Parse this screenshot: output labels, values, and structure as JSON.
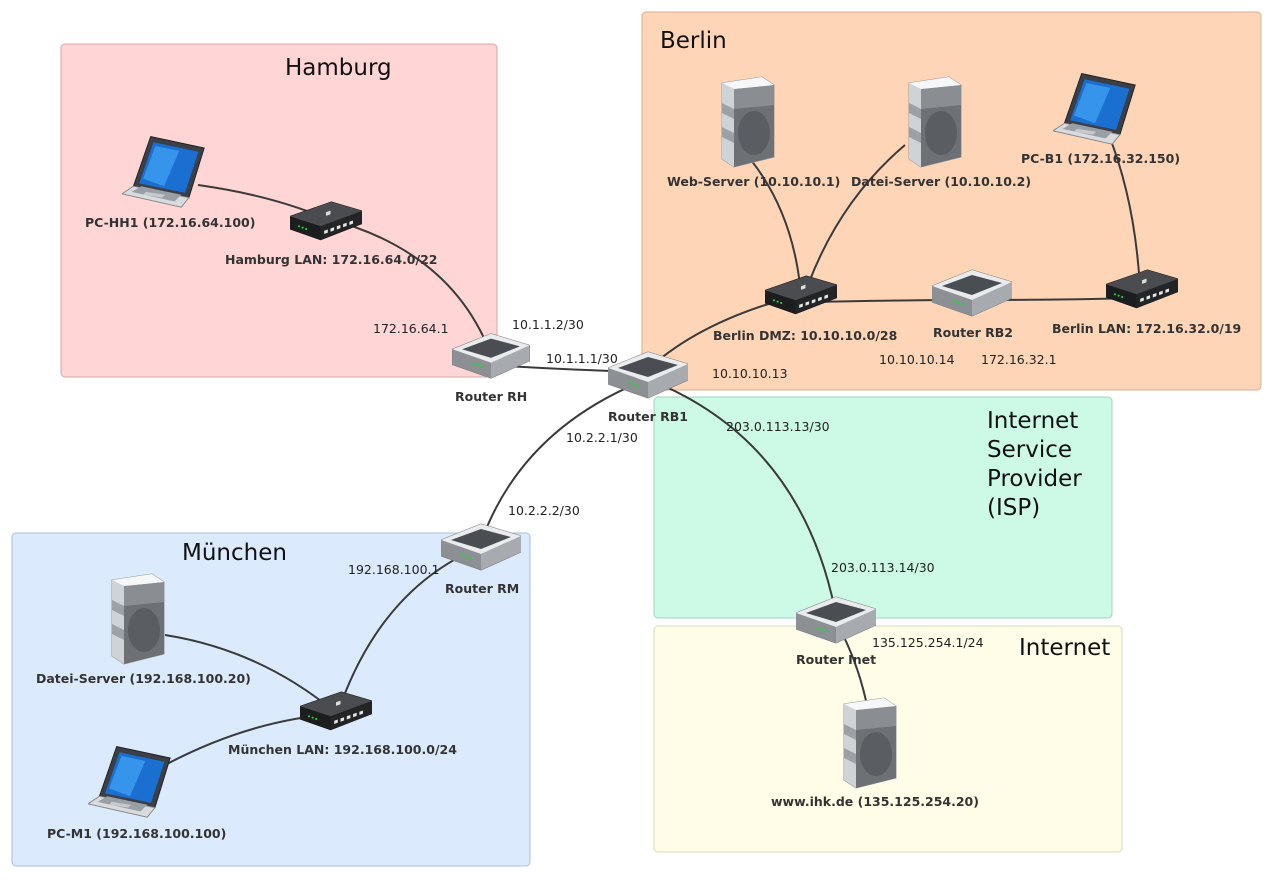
{
  "regions": {
    "hamburg": {
      "title": "Hamburg",
      "color": "#ffd5d5"
    },
    "berlin": {
      "title": "Berlin",
      "color": "#ffd5b8"
    },
    "isp": {
      "title_lines": [
        "Internet",
        "Service",
        "Provider",
        "(ISP)"
      ],
      "color": "#ccfae6"
    },
    "internet": {
      "title": "Internet",
      "color": "#fffde8"
    },
    "muenchen": {
      "title": "München",
      "color": "#dbeafc"
    }
  },
  "devices": {
    "pc_hh1": {
      "label": "PC-HH1 (172.16.64.100)",
      "icon": "laptop-icon"
    },
    "hamburg_lan": {
      "label": "Hamburg LAN: 172.16.64.0/22",
      "icon": "switch-icon"
    },
    "router_rh": {
      "label": "Router RH",
      "icon": "router-icon"
    },
    "router_rb1": {
      "label": "Router RB1",
      "icon": "router-icon"
    },
    "web_server": {
      "label": "Web-Server (10.10.10.1)",
      "icon": "server-icon"
    },
    "datei_server_b": {
      "label": "Datei-Server (10.10.10.2)",
      "icon": "server-icon"
    },
    "pc_b1": {
      "label": "PC-B1 (172.16.32.150)",
      "icon": "laptop-icon"
    },
    "berlin_dmz": {
      "label": "Berlin DMZ: 10.10.10.0/28",
      "icon": "switch-icon"
    },
    "router_rb2": {
      "label": "Router RB2",
      "icon": "router-icon"
    },
    "berlin_lan": {
      "label": "Berlin LAN: 172.16.32.0/19",
      "icon": "switch-icon"
    },
    "router_rm": {
      "label": "Router RM",
      "icon": "router-icon"
    },
    "datei_server_m": {
      "label": "Datei-Server (192.168.100.20)",
      "icon": "server-icon"
    },
    "muenchen_lan": {
      "label": "München LAN: 192.168.100.0/24",
      "icon": "switch-icon"
    },
    "pc_m1": {
      "label": "PC-M1 (192.168.100.100)",
      "icon": "laptop-icon"
    },
    "router_inet": {
      "label": "Router Inet",
      "icon": "router-icon"
    },
    "www_ihk": {
      "label": "www.ihk.de (135.125.254.20)",
      "icon": "server-icon"
    }
  },
  "ip_labels": {
    "rh_lan": "172.16.64.1",
    "rh_wan": "10.1.1.2/30",
    "rb1_rh": "10.1.1.1/30",
    "rb1_dmz": "10.10.10.13",
    "rb2_dmz": "10.10.10.14",
    "rb2_lan": "172.16.32.1",
    "rb1_rm": "10.2.2.1/30",
    "rm_wan": "10.2.2.2/30",
    "rm_lan": "192.168.100.1",
    "rb1_isp": "203.0.113.13/30",
    "inet_isp": "203.0.113.14/30",
    "inet_lan": "135.125.254.1/24"
  }
}
